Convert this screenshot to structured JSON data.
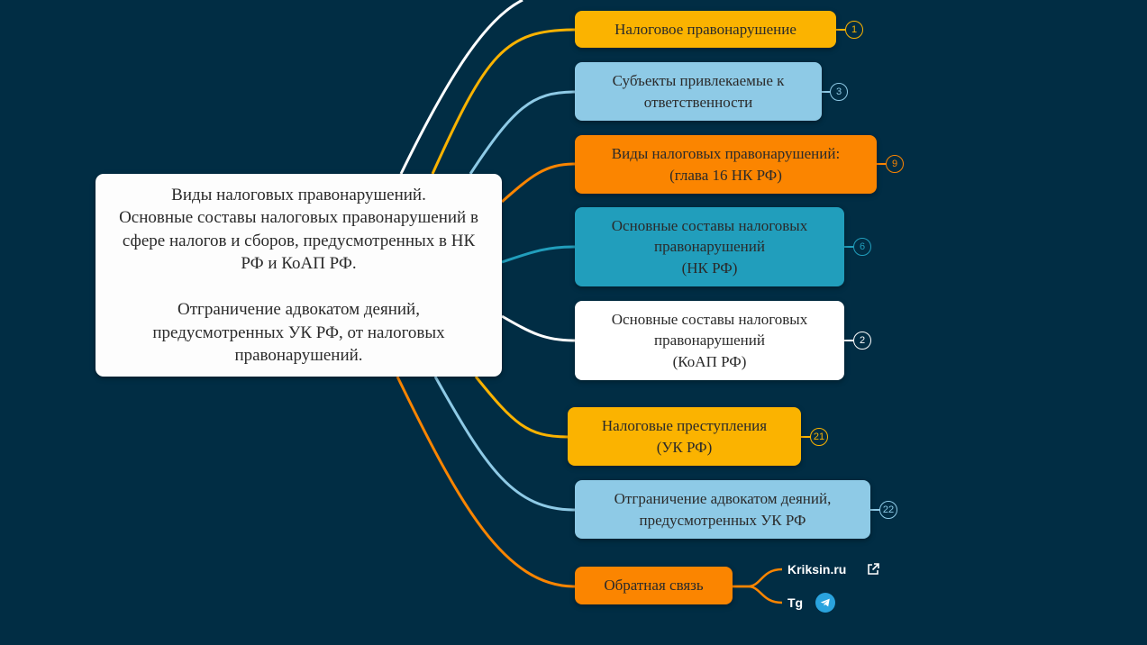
{
  "root": {
    "text": "Виды налоговых правонарушений.\nОсновные составы налоговых правонарушений в сфере налогов и сборов, предусмотренных в НК РФ и КоАП РФ.\n\nОтграничение адвокатом деяний, предусмотренных УК РФ, от налоговых правонарушений."
  },
  "branches": [
    {
      "label": "Налоговое правонарушение",
      "count": "1",
      "color": "#fbb300",
      "text_color": "#2a2a2a"
    },
    {
      "label": "Субъекты привлекаемые к ответственности",
      "count": "3",
      "color": "#8ecae6",
      "text_color": "#2a2a2a"
    },
    {
      "label": "Виды налоговых правонарушений:\n(глава 16 НК РФ)",
      "count": "9",
      "color": "#fb8500",
      "text_color": "#2a2a2a"
    },
    {
      "label": "Основные составы налоговых правонарушений\n(НК РФ)",
      "count": "6",
      "color": "#219ebc",
      "text_color": "#2a2a2a"
    },
    {
      "label": "Основные составы налоговых правонарушений\n(КоАП РФ)",
      "count": "2",
      "color": "#ffffff",
      "text_color": "#2a2a2a"
    },
    {
      "label": "Налоговые преступления\n(УК РФ)",
      "count": "21",
      "color": "#fbb300",
      "text_color": "#2a2a2a"
    },
    {
      "label": "Отграничение адвокатом деяний, предусмотренных УК РФ",
      "count": "22",
      "color": "#8ecae6",
      "text_color": "#2a2a2a"
    },
    {
      "label": "Обратная связь",
      "count": "",
      "color": "#fb8500",
      "text_color": "#2a2a2a"
    }
  ],
  "feedback_links": [
    {
      "label": "Kriksin.ru",
      "icon": "external-link-icon"
    },
    {
      "label": "Tg",
      "icon": "telegram-icon"
    }
  ]
}
